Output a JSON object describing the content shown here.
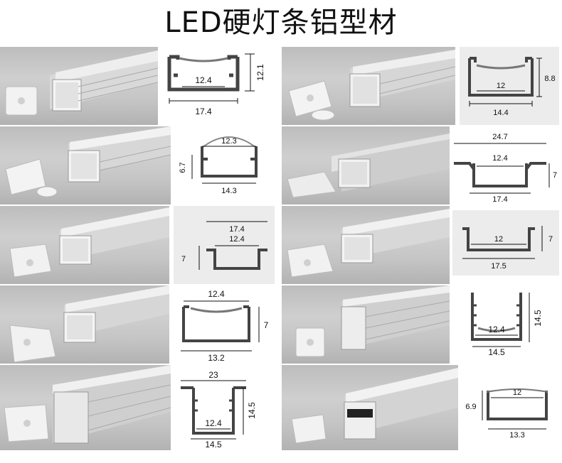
{
  "title": "LED硬灯条铝型材",
  "products": [
    {
      "id": "p1",
      "dims": {
        "inner": "12.4",
        "bottom": "17.4",
        "height": "12.1"
      }
    },
    {
      "id": "p2",
      "dims": {
        "inner": "12",
        "bottom": "14.4",
        "height": "8.8"
      }
    },
    {
      "id": "p3",
      "dims": {
        "top": "12.3",
        "bottom": "14.3",
        "height": "6.7"
      }
    },
    {
      "id": "p4",
      "dims": {
        "top": "24.7",
        "inner": "12.4",
        "bottom": "17.4",
        "height": "7"
      }
    },
    {
      "id": "p5",
      "dims": {
        "top": "17.4",
        "inner": "12.4",
        "height": "7"
      }
    },
    {
      "id": "p6",
      "dims": {
        "inner": "12",
        "bottom": "17.5",
        "height": "7"
      }
    },
    {
      "id": "p7",
      "dims": {
        "top": "12.4",
        "bottom": "13.2",
        "height": "7"
      }
    },
    {
      "id": "p8",
      "dims": {
        "inner": "12.4",
        "bottom": "14.5",
        "height": "14.5"
      }
    },
    {
      "id": "p9",
      "dims": {
        "top": "23",
        "inner": "12.4",
        "bottom": "14.5",
        "height": "14.5"
      }
    },
    {
      "id": "p10",
      "dims": {
        "inner": "12",
        "bottom": "13.3",
        "height": "6.9"
      }
    }
  ]
}
